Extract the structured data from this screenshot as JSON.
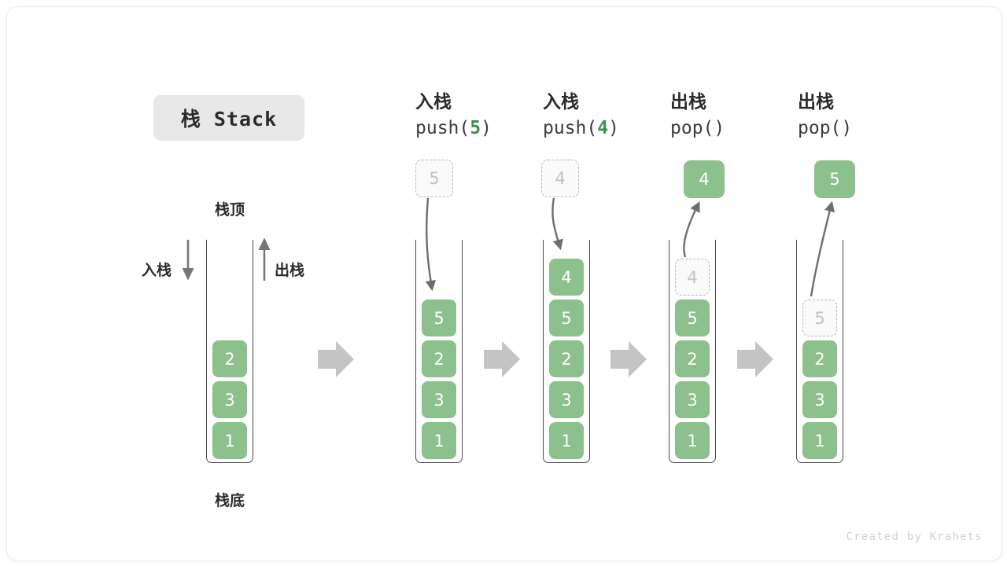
{
  "title": {
    "text": "栈 Stack"
  },
  "labels": {
    "top": "栈顶",
    "bottom": "栈底",
    "push_side": "入栈",
    "pop_side": "出栈"
  },
  "credit": "Created by Krahets",
  "colors": {
    "cell_fill": "#8cc08c",
    "cell_text": "#ffffff",
    "ghost_border": "#b9b9b9",
    "ghost_text": "#c2c2c2",
    "arrow_gray": "#c4c4c4",
    "curve_stroke": "#6e6e6e",
    "accent_green": "#3f8f4f",
    "badge_bg": "#e8e8e8"
  },
  "columns": [
    {
      "id": "initial",
      "head_line1": "",
      "head_line2": "",
      "stack": [
        "2",
        "3",
        "1"
      ],
      "ghost": null,
      "result": null
    },
    {
      "id": "push-5",
      "head_line1": "入栈",
      "head_line2_pre": "push(",
      "head_line2_num": "5",
      "head_line2_post": ")",
      "stack": [
        "5",
        "2",
        "3",
        "1"
      ],
      "ghost": "5",
      "result": null
    },
    {
      "id": "push-4",
      "head_line1": "入栈",
      "head_line2_pre": "push(",
      "head_line2_num": "4",
      "head_line2_post": ")",
      "stack": [
        "4",
        "5",
        "2",
        "3",
        "1"
      ],
      "ghost": "4",
      "result": null
    },
    {
      "id": "pop-4",
      "head_line1": "出栈",
      "head_line2_pre": "pop(",
      "head_line2_num": "",
      "head_line2_post": ")",
      "stack": [
        "5",
        "2",
        "3",
        "1"
      ],
      "ghost": "4",
      "result": "4"
    },
    {
      "id": "pop-5",
      "head_line1": "出栈",
      "head_line2_pre": "pop(",
      "head_line2_num": "",
      "head_line2_post": ")",
      "stack": [
        "2",
        "3",
        "1"
      ],
      "ghost": "5",
      "result": "5"
    }
  ],
  "separators": [
    "arrow-right",
    "arrow-right",
    "arrow-right",
    "arrow-right"
  ]
}
